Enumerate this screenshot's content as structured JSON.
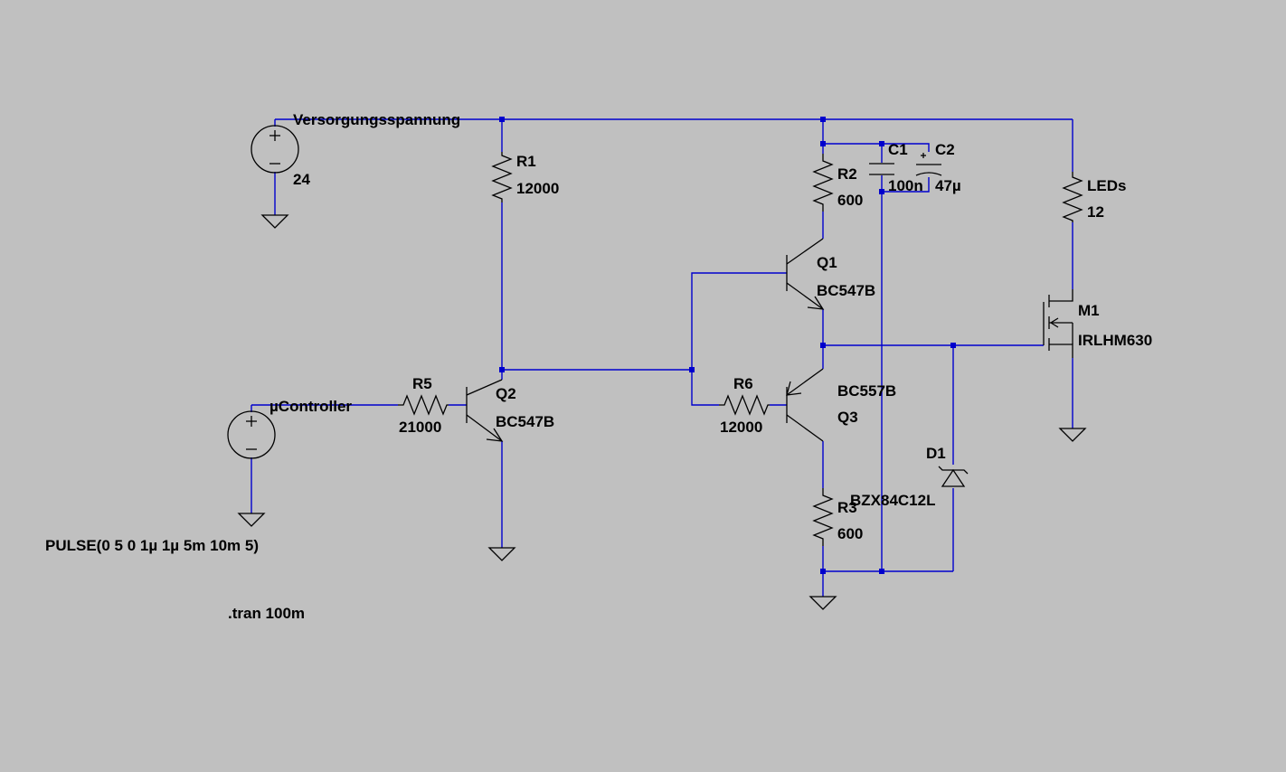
{
  "colors": {
    "background": "#c0c0c0",
    "wire": "#0000cd",
    "symbol": "#000000"
  },
  "nets": {
    "supply": "Versorgungsspannung",
    "controller": "µController"
  },
  "components": {
    "v_supply": {
      "value": "24"
    },
    "v_ctrl": {
      "value": "PULSE(0 5 0 1µ 1µ 5m 10m 5)"
    },
    "r1": {
      "name": "R1",
      "value": "12000"
    },
    "r2": {
      "name": "R2",
      "value": "600"
    },
    "r3": {
      "name": "R3",
      "value": "600"
    },
    "r5": {
      "name": "R5",
      "value": "21000"
    },
    "r6": {
      "name": "R6",
      "value": "12000"
    },
    "leds": {
      "name": "LEDs",
      "value": "12"
    },
    "c1": {
      "name": "C1",
      "value": "100n"
    },
    "c2": {
      "name": "C2",
      "value": "47µ"
    },
    "q1": {
      "name": "Q1",
      "value": "BC547B"
    },
    "q2": {
      "name": "Q2",
      "value": "BC547B"
    },
    "q3": {
      "name": "Q3",
      "value": "BC557B"
    },
    "m1": {
      "name": "M1",
      "value": "IRLHM630"
    },
    "d1": {
      "name": "D1",
      "value": "BZX84C12L"
    }
  },
  "directive": ".tran 100m"
}
